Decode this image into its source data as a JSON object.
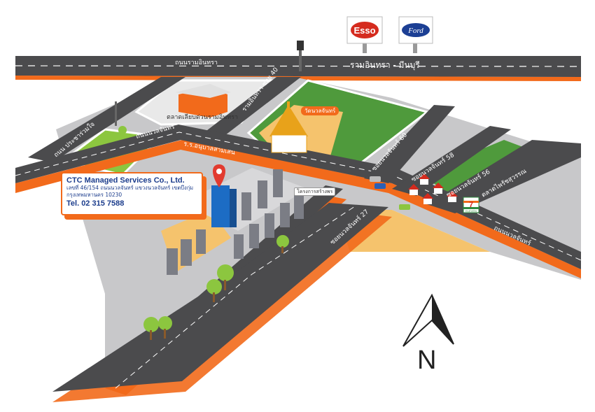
{
  "company": {
    "name": "CTC Managed Services Co., Ltd.",
    "address_line1": "เลขที่ 46/154 ถนนนวลจันทร์ แขวงนวลจันทร์ เขตบึงกุ่ม",
    "address_line2": "กรุงเทพมหานคร 10230",
    "tel": "Tel. 02 315 7588"
  },
  "roads": {
    "ramintra_left": "ถนนรามอินทรา",
    "ramintra_right": "รามอินทรา - มีนบุรี",
    "ramintra_soi40": "รามอินทรา ซอย 40",
    "nuanchan_top": "ถนนนวลจันทร์",
    "nuanchan_right": "ถนนนวลจันทร์",
    "pracha_ruamjai": "ถนน ประชาร่วมใจ",
    "ror_sor": "ร.ร.อนุบาลสามเสน",
    "soi60": "ซอยนวลจันทร์ 60",
    "soi58": "ซอยนวลจันทร์ 58",
    "soi56": "ซอยนวลจันทร์ 56",
    "soi27": "ซอยนวลจันทร์ 27"
  },
  "landmarks": {
    "market": "ตลาดเลียบด่วนรามอินทรา",
    "temple": "วัดนวลจันทร์",
    "hospital_tag": "โครงการสร้างพร",
    "community": "ตลาดไพรัชสุวรรณ",
    "esso": "Esso",
    "ford": "Ford",
    "seven_eleven": "7",
    "seven_eleven_sub": "ELEVEN"
  },
  "compass": {
    "label": "N"
  },
  "colors": {
    "road": "#4b4b4d",
    "orange": "#f26a1b",
    "pavement": "#c8c8ca",
    "sand": "#f5c36d",
    "grass": "#4f9a3c",
    "grass_light": "#8cc63f"
  }
}
